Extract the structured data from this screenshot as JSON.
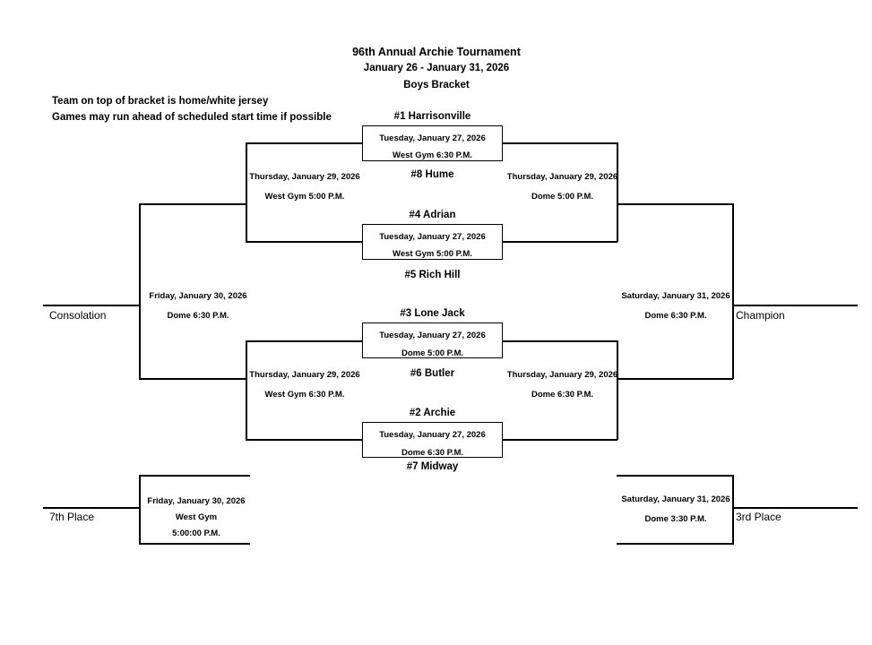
{
  "header": {
    "title": "96th Annual Archie Tournament",
    "dates": "January 26 - January 31, 2026",
    "bracket_name": "Boys Bracket"
  },
  "notes": [
    "Team on top of bracket is home/white jersey",
    "Games may run ahead of scheduled start time if possible"
  ],
  "labels": {
    "consolation": "Consolation",
    "champion": "Champion",
    "seventh_place": "7th Place",
    "third_place": "3rd Place"
  },
  "round1": [
    {
      "top_team": "#1 Harrisonville",
      "bottom_team": "#8 Hume",
      "date": "Tuesday, January 27, 2026",
      "venue_time": "West Gym 6:30 P.M."
    },
    {
      "top_team": "#4 Adrian",
      "bottom_team": "#5 Rich Hill",
      "date": "Tuesday, January 27, 2026",
      "venue_time": "West Gym 5:00 P.M."
    },
    {
      "top_team": "#3 Lone Jack",
      "bottom_team": "#6 Butler",
      "date": "Tuesday, January 27, 2026",
      "venue_time": "Dome 5:00 P.M."
    },
    {
      "top_team": "#2 Archie",
      "bottom_team": "#7 Midway",
      "date": "Tuesday, January 27, 2026",
      "venue_time": "Dome 6:30 P.M."
    }
  ],
  "semifinals": [
    {
      "side": "winners-upper",
      "date": "Thursday, January 29, 2026",
      "venue_time": "Dome 5:00 P.M."
    },
    {
      "side": "winners-lower",
      "date": "Thursday, January 29, 2026",
      "venue_time": "Dome 6:30 P.M."
    }
  ],
  "consolation_semis": [
    {
      "side": "losers-upper",
      "date": "Thursday, January 29, 2026",
      "venue_time": "West Gym 5:00 P.M."
    },
    {
      "side": "losers-lower",
      "date": "Thursday, January 29, 2026",
      "venue_time": "West Gym 6:30 P.M."
    }
  ],
  "finals": {
    "championship": {
      "date": "Saturday, January 31, 2026",
      "venue_time": "Dome 6:30 P.M."
    },
    "consolation": {
      "date": "Friday, January 30, 2026",
      "venue_time": "Dome 6:30 P.M."
    },
    "third_place": {
      "date": "Saturday, January 31, 2026",
      "venue_time": "Dome 3:30 P.M."
    },
    "seventh_place": {
      "date": "Friday, January 30, 2026",
      "venue": "West Gym",
      "time": "5:00:00 P.M."
    }
  }
}
